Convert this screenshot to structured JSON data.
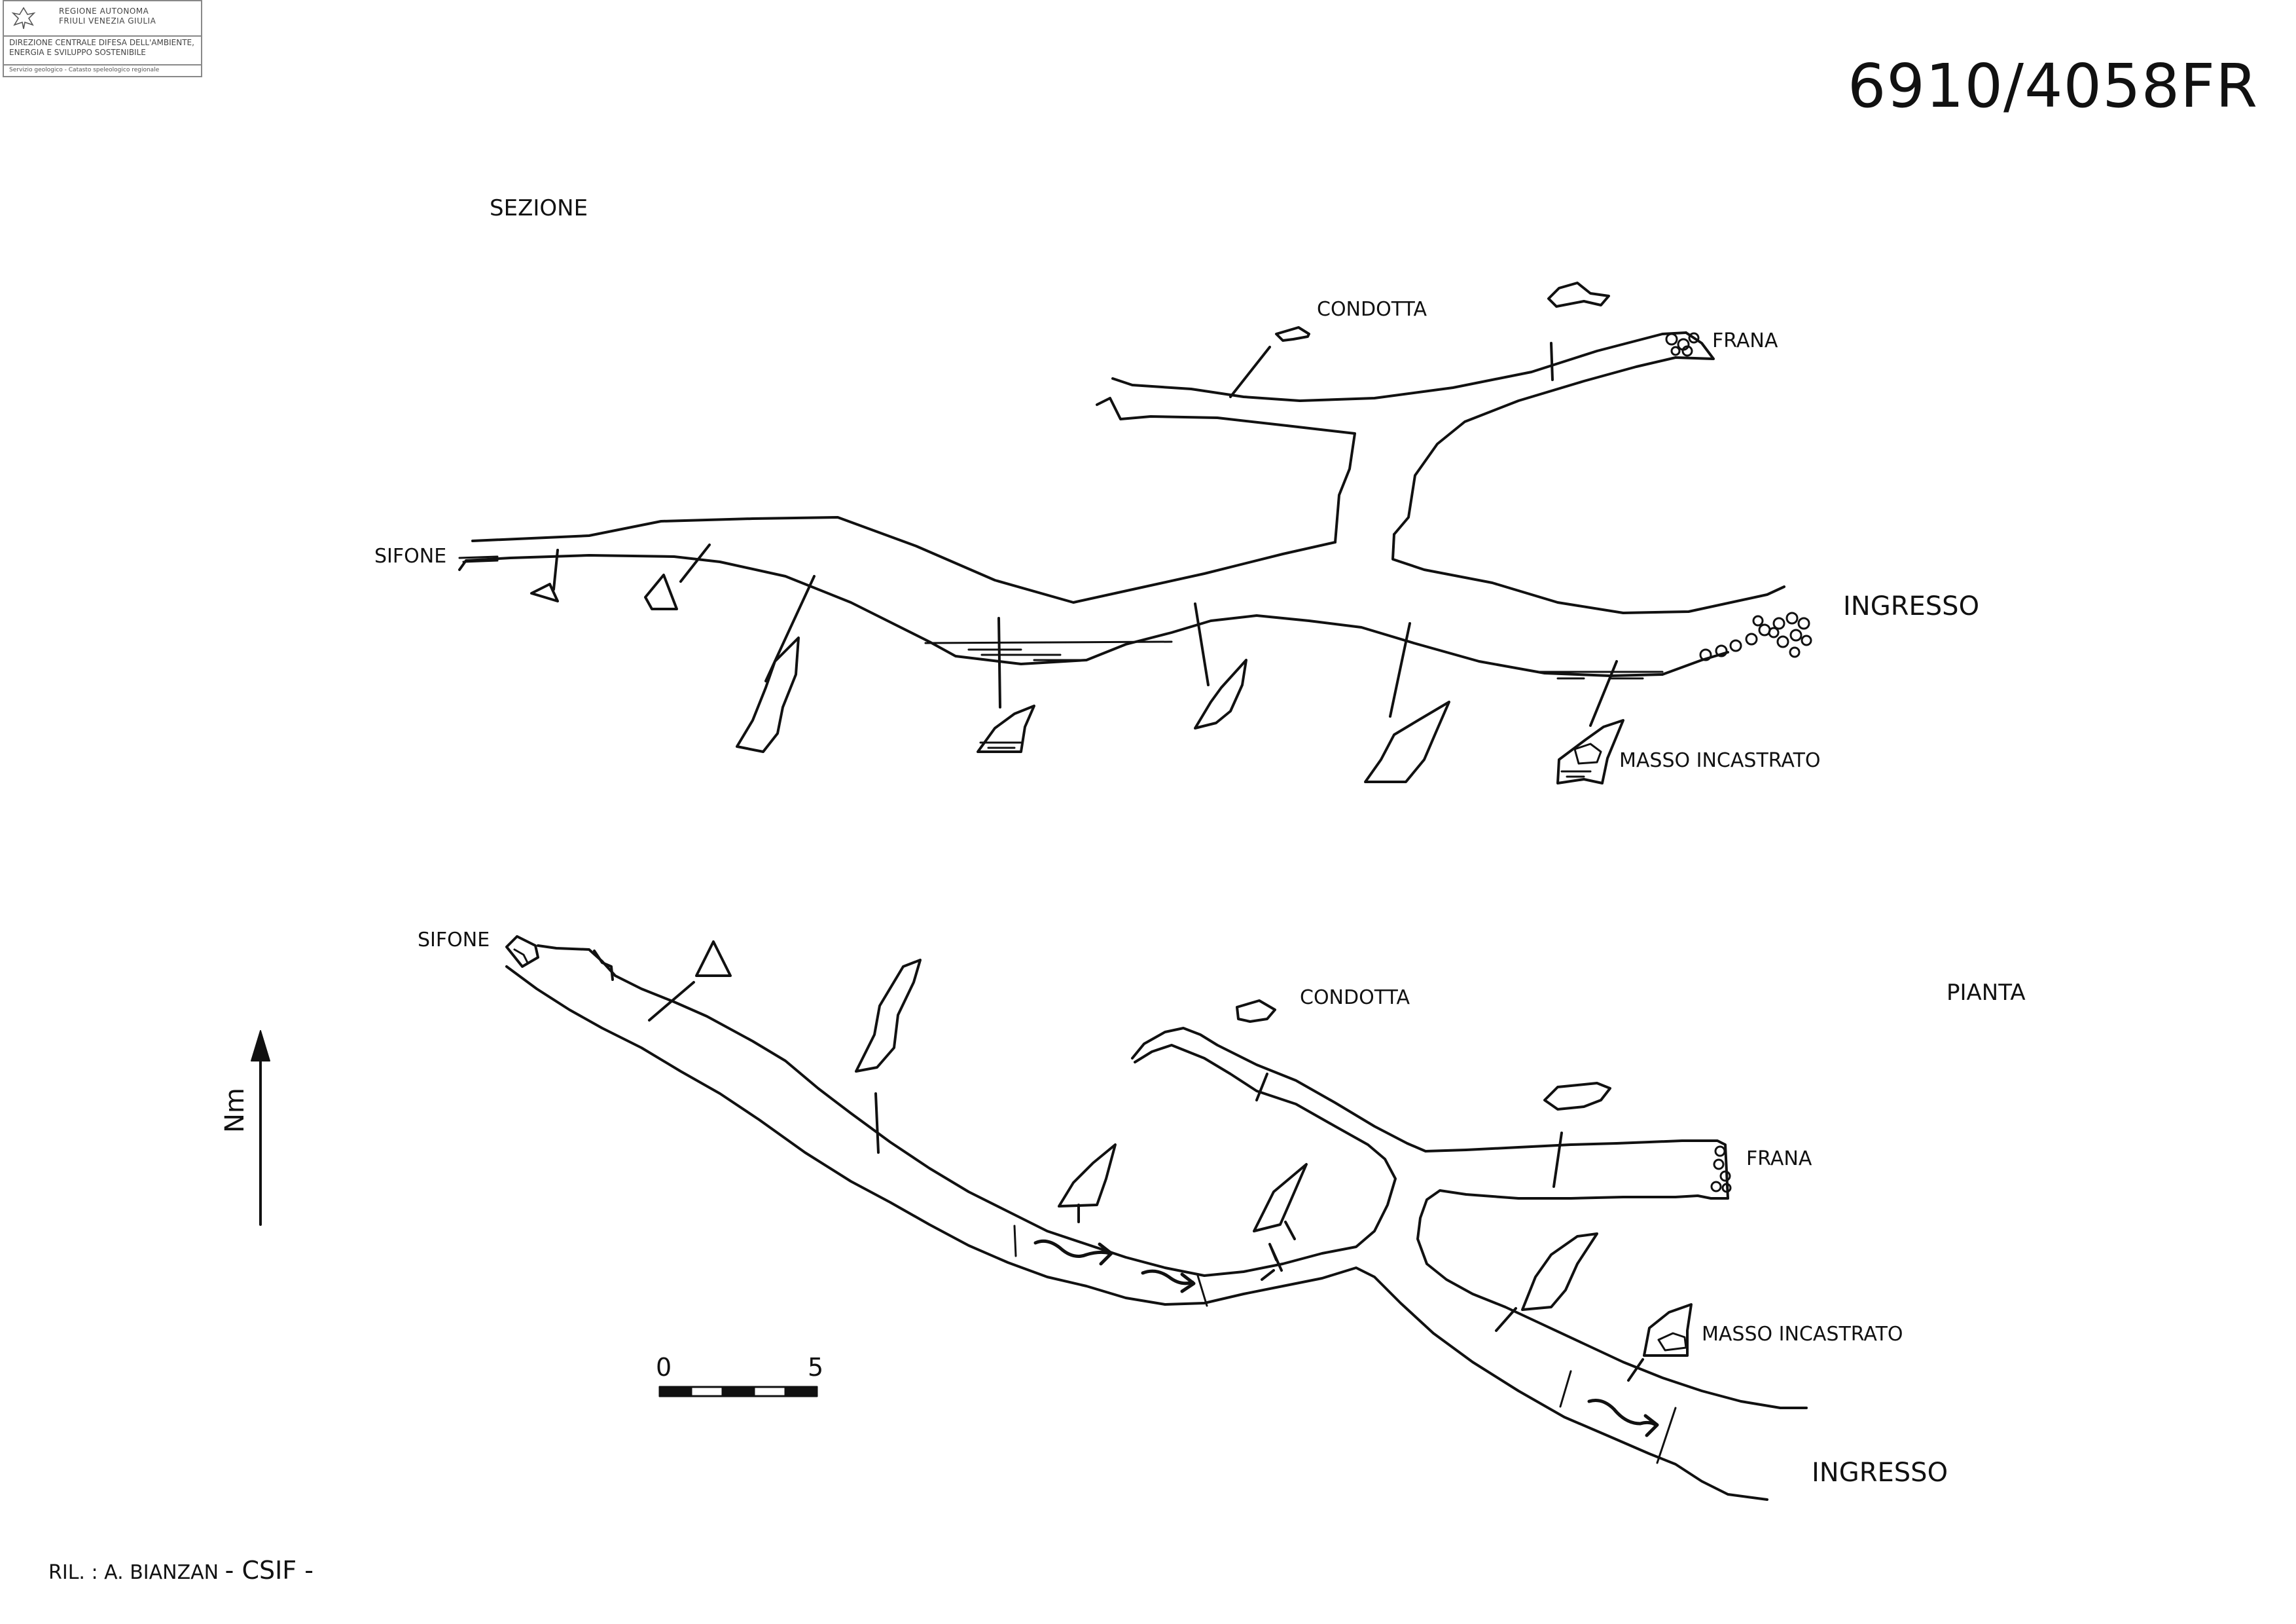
{
  "header": {
    "organization_lines": "REGIONE AUTONOMA\nFRIULI VENEZIA GIULIA",
    "department_lines": "DIREZIONE CENTRALE DIFESA DELL'AMBIENTE,\nENERGIA E SVILUPPO SOSTENIBILE",
    "service_line": "Servizio geologico - Catasto speleologico regionale",
    "cave_code": "6910/4058FR"
  },
  "section_view": {
    "title": "SEZIONE",
    "labels": {
      "sifone": "SIFONE",
      "condotta": "CONDOTTA",
      "frana": "FRANA",
      "ingresso": "INGRESSO",
      "masso": "MASSO INCASTRATO"
    }
  },
  "plan_view": {
    "title": "PIANTA",
    "labels": {
      "sifone": "SIFONE",
      "condotta": "CONDOTTA",
      "frana": "FRANA",
      "ingresso": "INGRESSO",
      "masso": "MASSO INCASTRATO"
    }
  },
  "north_arrow": {
    "label": "Nm"
  },
  "scale_bar": {
    "start": "0",
    "end": "5"
  },
  "credit": {
    "prefix": "RIL. : A. BIANZAN",
    "org": "- CSIF -"
  },
  "colors": {
    "ink": "#111111",
    "frame": "#888888"
  }
}
